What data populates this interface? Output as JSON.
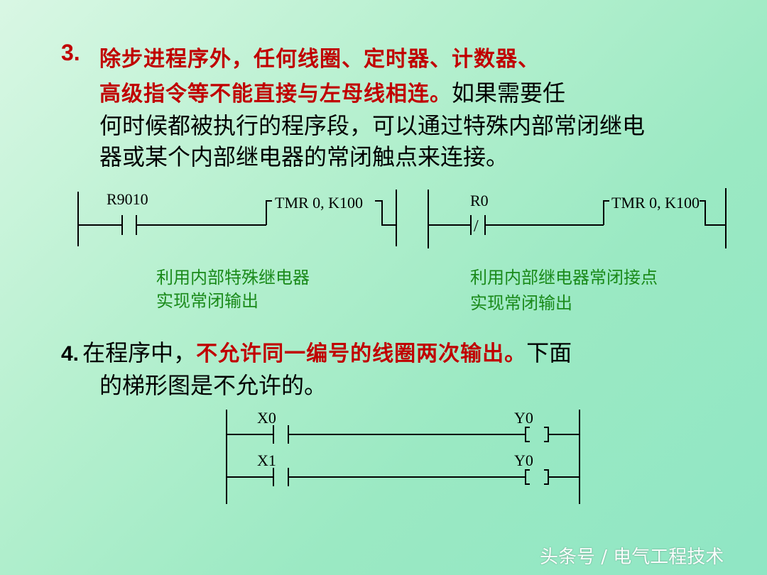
{
  "point3": {
    "number": "3.",
    "line1_red": "除步进程序外，任何线圈、定时器、计数器、",
    "line2_red": "高级指令等不能直接与左母线相连。",
    "line2_black": "如果需要任",
    "line3": "何时候都被执行的程序段，可以通过特殊内部常闭继电",
    "line4": "器或某个内部继电器的常闭触点来连接。"
  },
  "ladder1": {
    "contact_label": "R9010",
    "coil_label": "TMR 0, K100",
    "caption_line1": "利用内部特殊继电器",
    "caption_line2": "实现常闭输出"
  },
  "ladder2": {
    "contact_label": "R0",
    "coil_label": "TMR 0, K100",
    "contact_symbol": "/",
    "caption_line1": "利用内部继电器常闭接点",
    "caption_line2": "实现常闭输出"
  },
  "point4": {
    "number": "4.",
    "line1_black_a": "在程序中，",
    "line1_red": "不允许同一编号的线圈两次输出。",
    "line1_black_b": "下面",
    "line2": "的梯形图是不允许的。"
  },
  "ladder3": {
    "rung1_contact": "X0",
    "rung1_coil": "Y0",
    "rung2_contact": "X1",
    "rung2_coil": "Y0"
  },
  "watermark": "头条号 / 电气工程技术"
}
